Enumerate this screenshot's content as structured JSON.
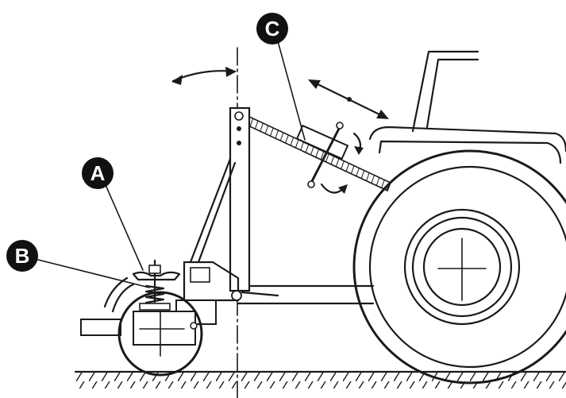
{
  "callouts": [
    {
      "id": "A",
      "label": "A"
    },
    {
      "id": "B",
      "label": "B"
    },
    {
      "id": "C",
      "label": "C"
    }
  ],
  "colors": {
    "line": "#1a1a1a",
    "callout_fill": "#111111",
    "callout_text": "#ffffff",
    "background": "#ffffff"
  }
}
